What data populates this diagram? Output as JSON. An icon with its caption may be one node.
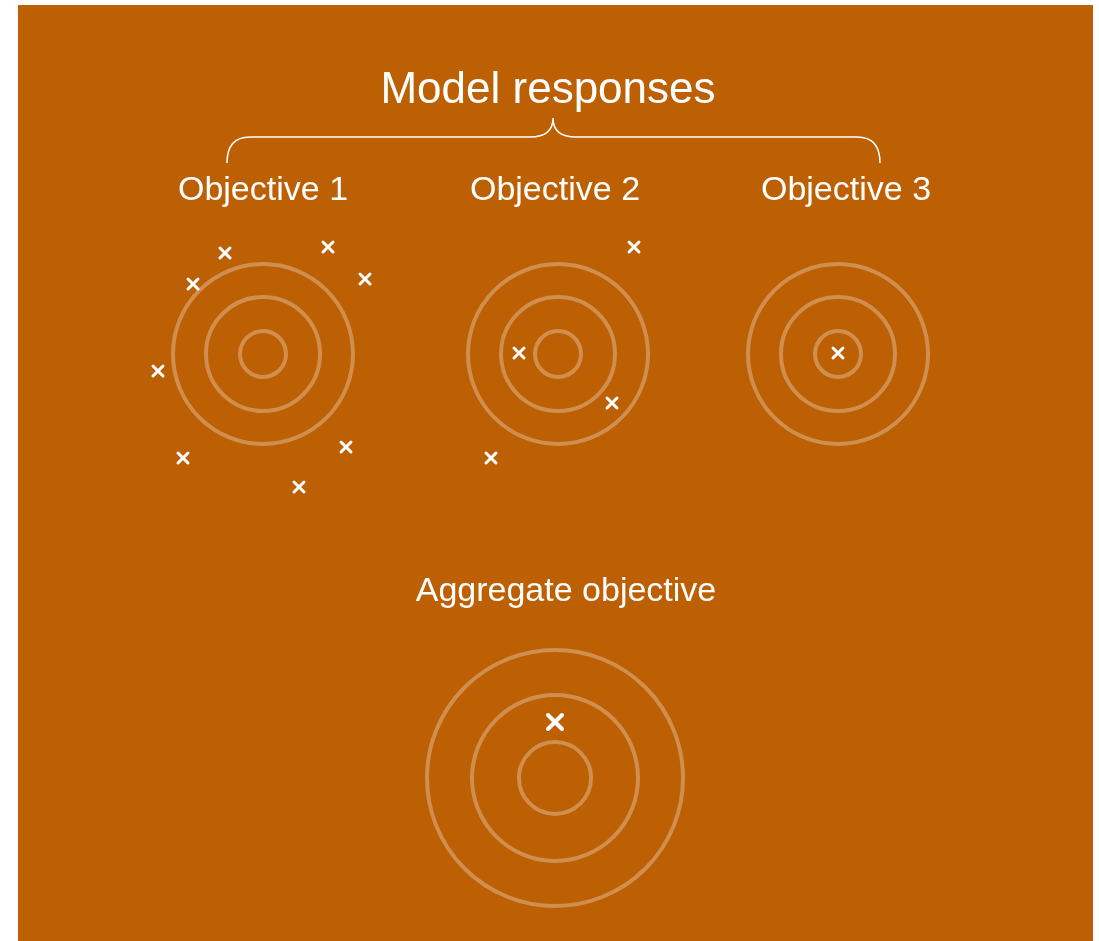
{
  "diagram": {
    "title": "Model responses",
    "nodes": [
      {
        "text": [
          "Objective 1"
        ]
      },
      {
        "text": [
          "Objective 2"
        ]
      },
      {
        "text": [
          "Objective 3"
        ]
      },
      {
        "text": [
          "Aggregate objective"
        ]
      }
    ]
  }
}
